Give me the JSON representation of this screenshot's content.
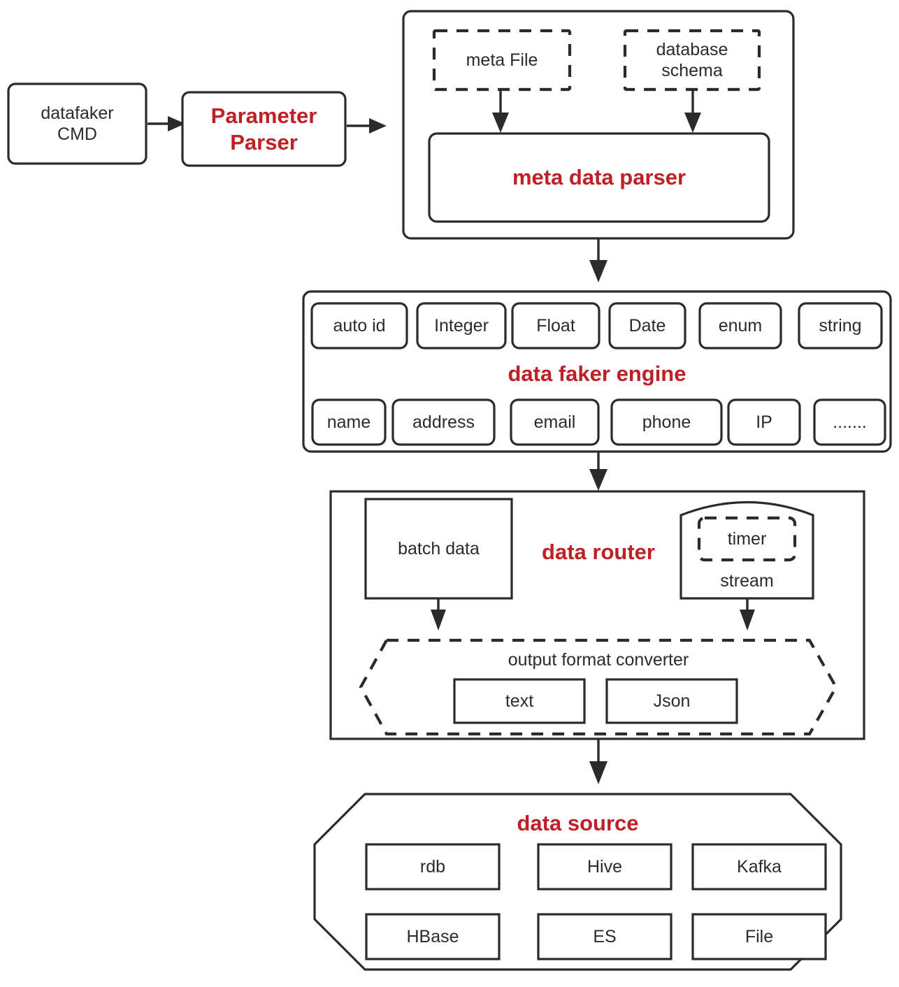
{
  "diagram": {
    "title": "datafaker architecture flow",
    "accent_color": "#bf2026",
    "line_color": "#2b2b2b",
    "background": "#ffffff"
  },
  "nodes": {
    "datafaker_cmd": "datafaker\nCMD",
    "parameter_parser": "Parameter\nParser",
    "meta_file": "meta File",
    "database_schema": "database\nschema",
    "meta_data_parser": "meta data parser",
    "data_faker_engine": "data faker engine",
    "data_router": "data router",
    "batch_data": "batch data",
    "timer": "timer",
    "stream": "stream",
    "output_format_converter": "output format converter",
    "text_format": "text",
    "json_format": "Json",
    "data_source": "data source"
  },
  "engine_types_row1": [
    {
      "label": "auto id"
    },
    {
      "label": "Integer"
    },
    {
      "label": "Float"
    },
    {
      "label": "Date"
    },
    {
      "label": "enum"
    },
    {
      "label": "string"
    }
  ],
  "engine_types_row2": [
    {
      "label": "name"
    },
    {
      "label": "address"
    },
    {
      "label": "email"
    },
    {
      "label": "phone"
    },
    {
      "label": "IP"
    },
    {
      "label": "......."
    }
  ],
  "data_sources_row1": [
    {
      "label": "rdb"
    },
    {
      "label": "Hive"
    },
    {
      "label": "Kafka"
    }
  ],
  "data_sources_row2": [
    {
      "label": "HBase"
    },
    {
      "label": "ES"
    },
    {
      "label": "File"
    }
  ]
}
